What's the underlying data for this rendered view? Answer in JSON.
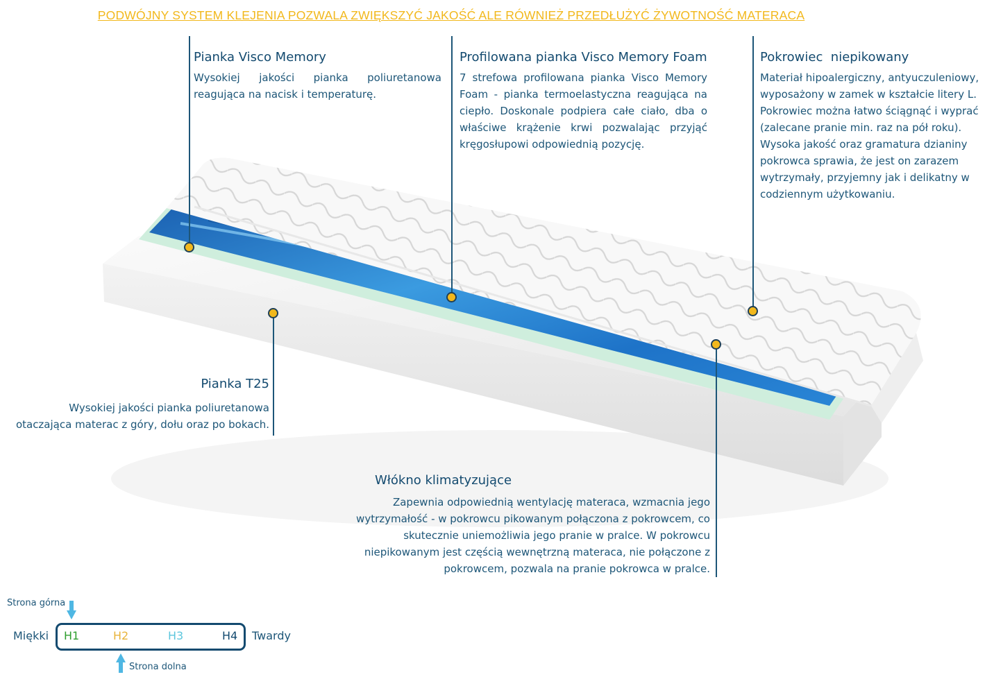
{
  "headline": "PODWÓJNY SYSTEM KLEJENIA POZWALA ZWIĘKSZYĆ JAKOŚĆ ALE RÓWNIEŻ PRZEDŁUŻYĆ ŻYWOTNOŚĆ MATERACA",
  "layers": {
    "visco": {
      "title": "Pianka Visco Memory",
      "desc": "Wysokiej jakości pianka poliuretanowa reagująca na nacisk i temperaturę."
    },
    "profiled": {
      "title": "Profilowana pianka Visco Memory Foam",
      "desc": "7 strefowa profilowana pianka Visco Memory Foam - pianka termoelastyczna reagująca na ciepło.  Doskonale podpiera całe ciało, dba o właściwe krążenie krwi pozwalając przyjąć kręgosłupowi odpowiednią pozycję."
    },
    "cover": {
      "title": "Pokrowiec  niepikowany",
      "desc": "Materiał hipoalergiczny, antyuczuleniowy, wyposażony w zamek w kształcie litery L. Pokrowiec można łatwo ściągnąć i wyprać (zalecane pranie min.  raz na pół roku). Wysoka jakość oraz gramatura dzianiny pokrowca sprawia, że jest on zarazem wytrzymały, przyjemny jak i delikatny w codziennym użytkowaniu."
    },
    "t25": {
      "title": "Pianka T25",
      "desc_line1": "Wysokiej jakości pianka poliuretanowa",
      "desc_line2": "otaczająca materac z góry, dołu oraz po bokach."
    },
    "fiber": {
      "title": "Włókno klimatyzujące",
      "lines": [
        "Zapewnia odpowiednią wentylację materaca, wzmacnia jego",
        "wytrzymałość - w pokrowcu pikowanym połączona z pokrowcem, co",
        "skutecznie uniemożliwia jego pranie w pralce. W pokrowcu",
        "niepikowanym jest częścią wewnętrzną materaca, nie połączone z",
        "pokrowcem, pozwala na pranie pokrowca w pralce."
      ]
    }
  },
  "hardness": {
    "top_side_label": "Strona górna",
    "bottom_side_label": "Strona dolna",
    "soft_label": "Miękki",
    "hard_label": "Twardy",
    "levels": [
      {
        "label": "H1",
        "color": "#2e9e2e"
      },
      {
        "label": "H2",
        "color": "#e8b33a"
      },
      {
        "label": "H3",
        "color": "#5cc6dd"
      },
      {
        "label": "H4",
        "color": "#134a6f"
      }
    ],
    "top_arrow_level": "H1",
    "bottom_arrow_level": "H2"
  },
  "colors": {
    "accent_yellow": "#f2b81c",
    "text_blue": "#1d5678",
    "foam_blue": "#1e73c8",
    "fiber_green": "#cfeedd",
    "arrow_blue": "#4fb7e3"
  }
}
